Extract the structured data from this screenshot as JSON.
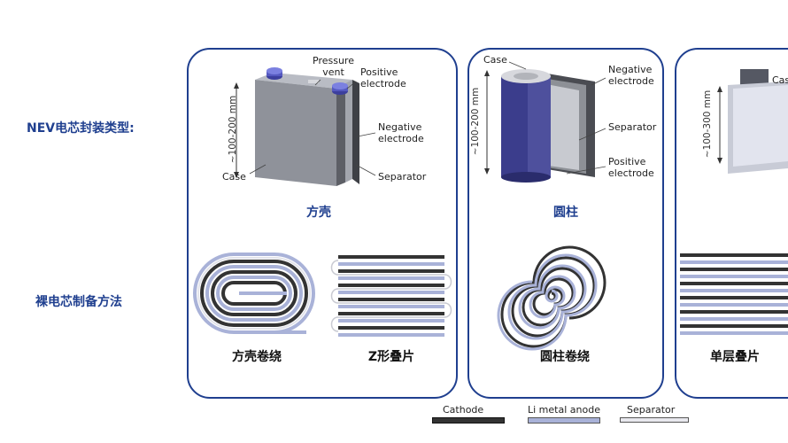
{
  "row_labels": {
    "packaging": "NEV电芯封装类型:",
    "cell_method": "裸电芯制备方法"
  },
  "panels": [
    {
      "title": "方壳",
      "dimension": "~100-200 mm",
      "labels": {
        "pressure_vent": "Pressure vent",
        "pressure_vent_l1": "Pressure",
        "pressure_vent_l2": "vent",
        "positive_l1": "Positive",
        "positive_l2": "electrode",
        "negative_l1": "Negative",
        "negative_l2": "electrode",
        "separator": "Separator",
        "case": "Case"
      },
      "methods": [
        "方壳卷绕",
        "Z形叠片"
      ]
    },
    {
      "title": "圆柱",
      "dimension": "~100-200 mm",
      "labels": {
        "case": "Case",
        "negative_l1": "Negative",
        "negative_l2": "electrode",
        "separator": "Separator",
        "positive_l1": "Positive",
        "positive_l2": "electrode"
      },
      "methods": [
        "圆柱卷绕"
      ]
    },
    {
      "title": "",
      "dimension": "~100-300 mm",
      "labels": {
        "case": "Cas"
      },
      "methods": [
        "单层叠片"
      ]
    }
  ],
  "legend": [
    {
      "label": "Cathode",
      "color": "#333333"
    },
    {
      "label": "Li metal anode",
      "color": "#a9b2d8"
    },
    {
      "label": "Separator",
      "color": "#e8e8ee"
    }
  ],
  "colors": {
    "accent": "#1f3f8f",
    "cathode": "#333333",
    "anode": "#a9b2d8"
  }
}
